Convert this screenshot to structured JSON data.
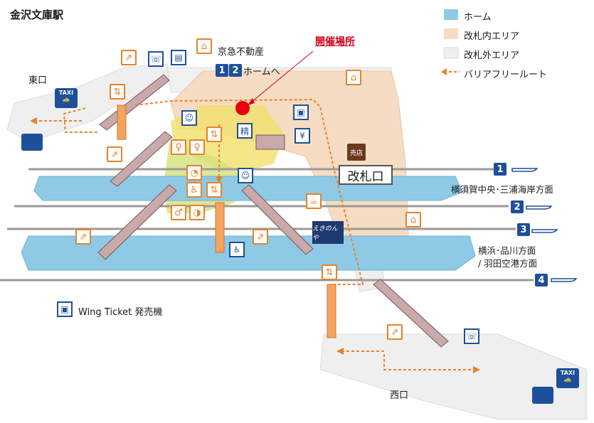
{
  "title": "金沢文庫駅",
  "legend": [
    {
      "label": "ホーム",
      "color": "#8ecae6"
    },
    {
      "label": "改札内エリア",
      "color": "#f6dcc2"
    },
    {
      "label": "改札外エリア",
      "color": "#efefef"
    },
    {
      "label": "バリアフリールート",
      "color": "#e8822a"
    }
  ],
  "venue_label": "開催場所",
  "gate_label": "改札口",
  "shop_label": "売店",
  "seisan_label": "精",
  "east_exit": "東口",
  "west_exit": "西口",
  "taxi_label": "TAXI",
  "keikyu_label": "京急不動産",
  "home_direction": {
    "n1": "1",
    "n2": "2",
    "text": "ホームへ"
  },
  "tracks": [
    {
      "num": "1",
      "direction": "横須賀中央･三浦海岸方面"
    },
    {
      "num": "2",
      "direction": ""
    },
    {
      "num": "3",
      "direction": "横浜･品川方面"
    },
    {
      "num": "4",
      "direction": "/ 羽田空港方面"
    }
  ],
  "wing_ticket": "Wing Ticket 発売機",
  "kiosk_label": "えきのんや",
  "colors": {
    "home": "#8ecae6",
    "inside_gate": "#f6dcc2",
    "outside_gate": "#efefef",
    "barrier_free": "#e8822a",
    "navy": "#1e4f9a",
    "venue_dot": "#e8000b",
    "stair": "#8a6a6a",
    "concourse_yellow": "#f2e06a",
    "green_area": "#d5e07a"
  }
}
